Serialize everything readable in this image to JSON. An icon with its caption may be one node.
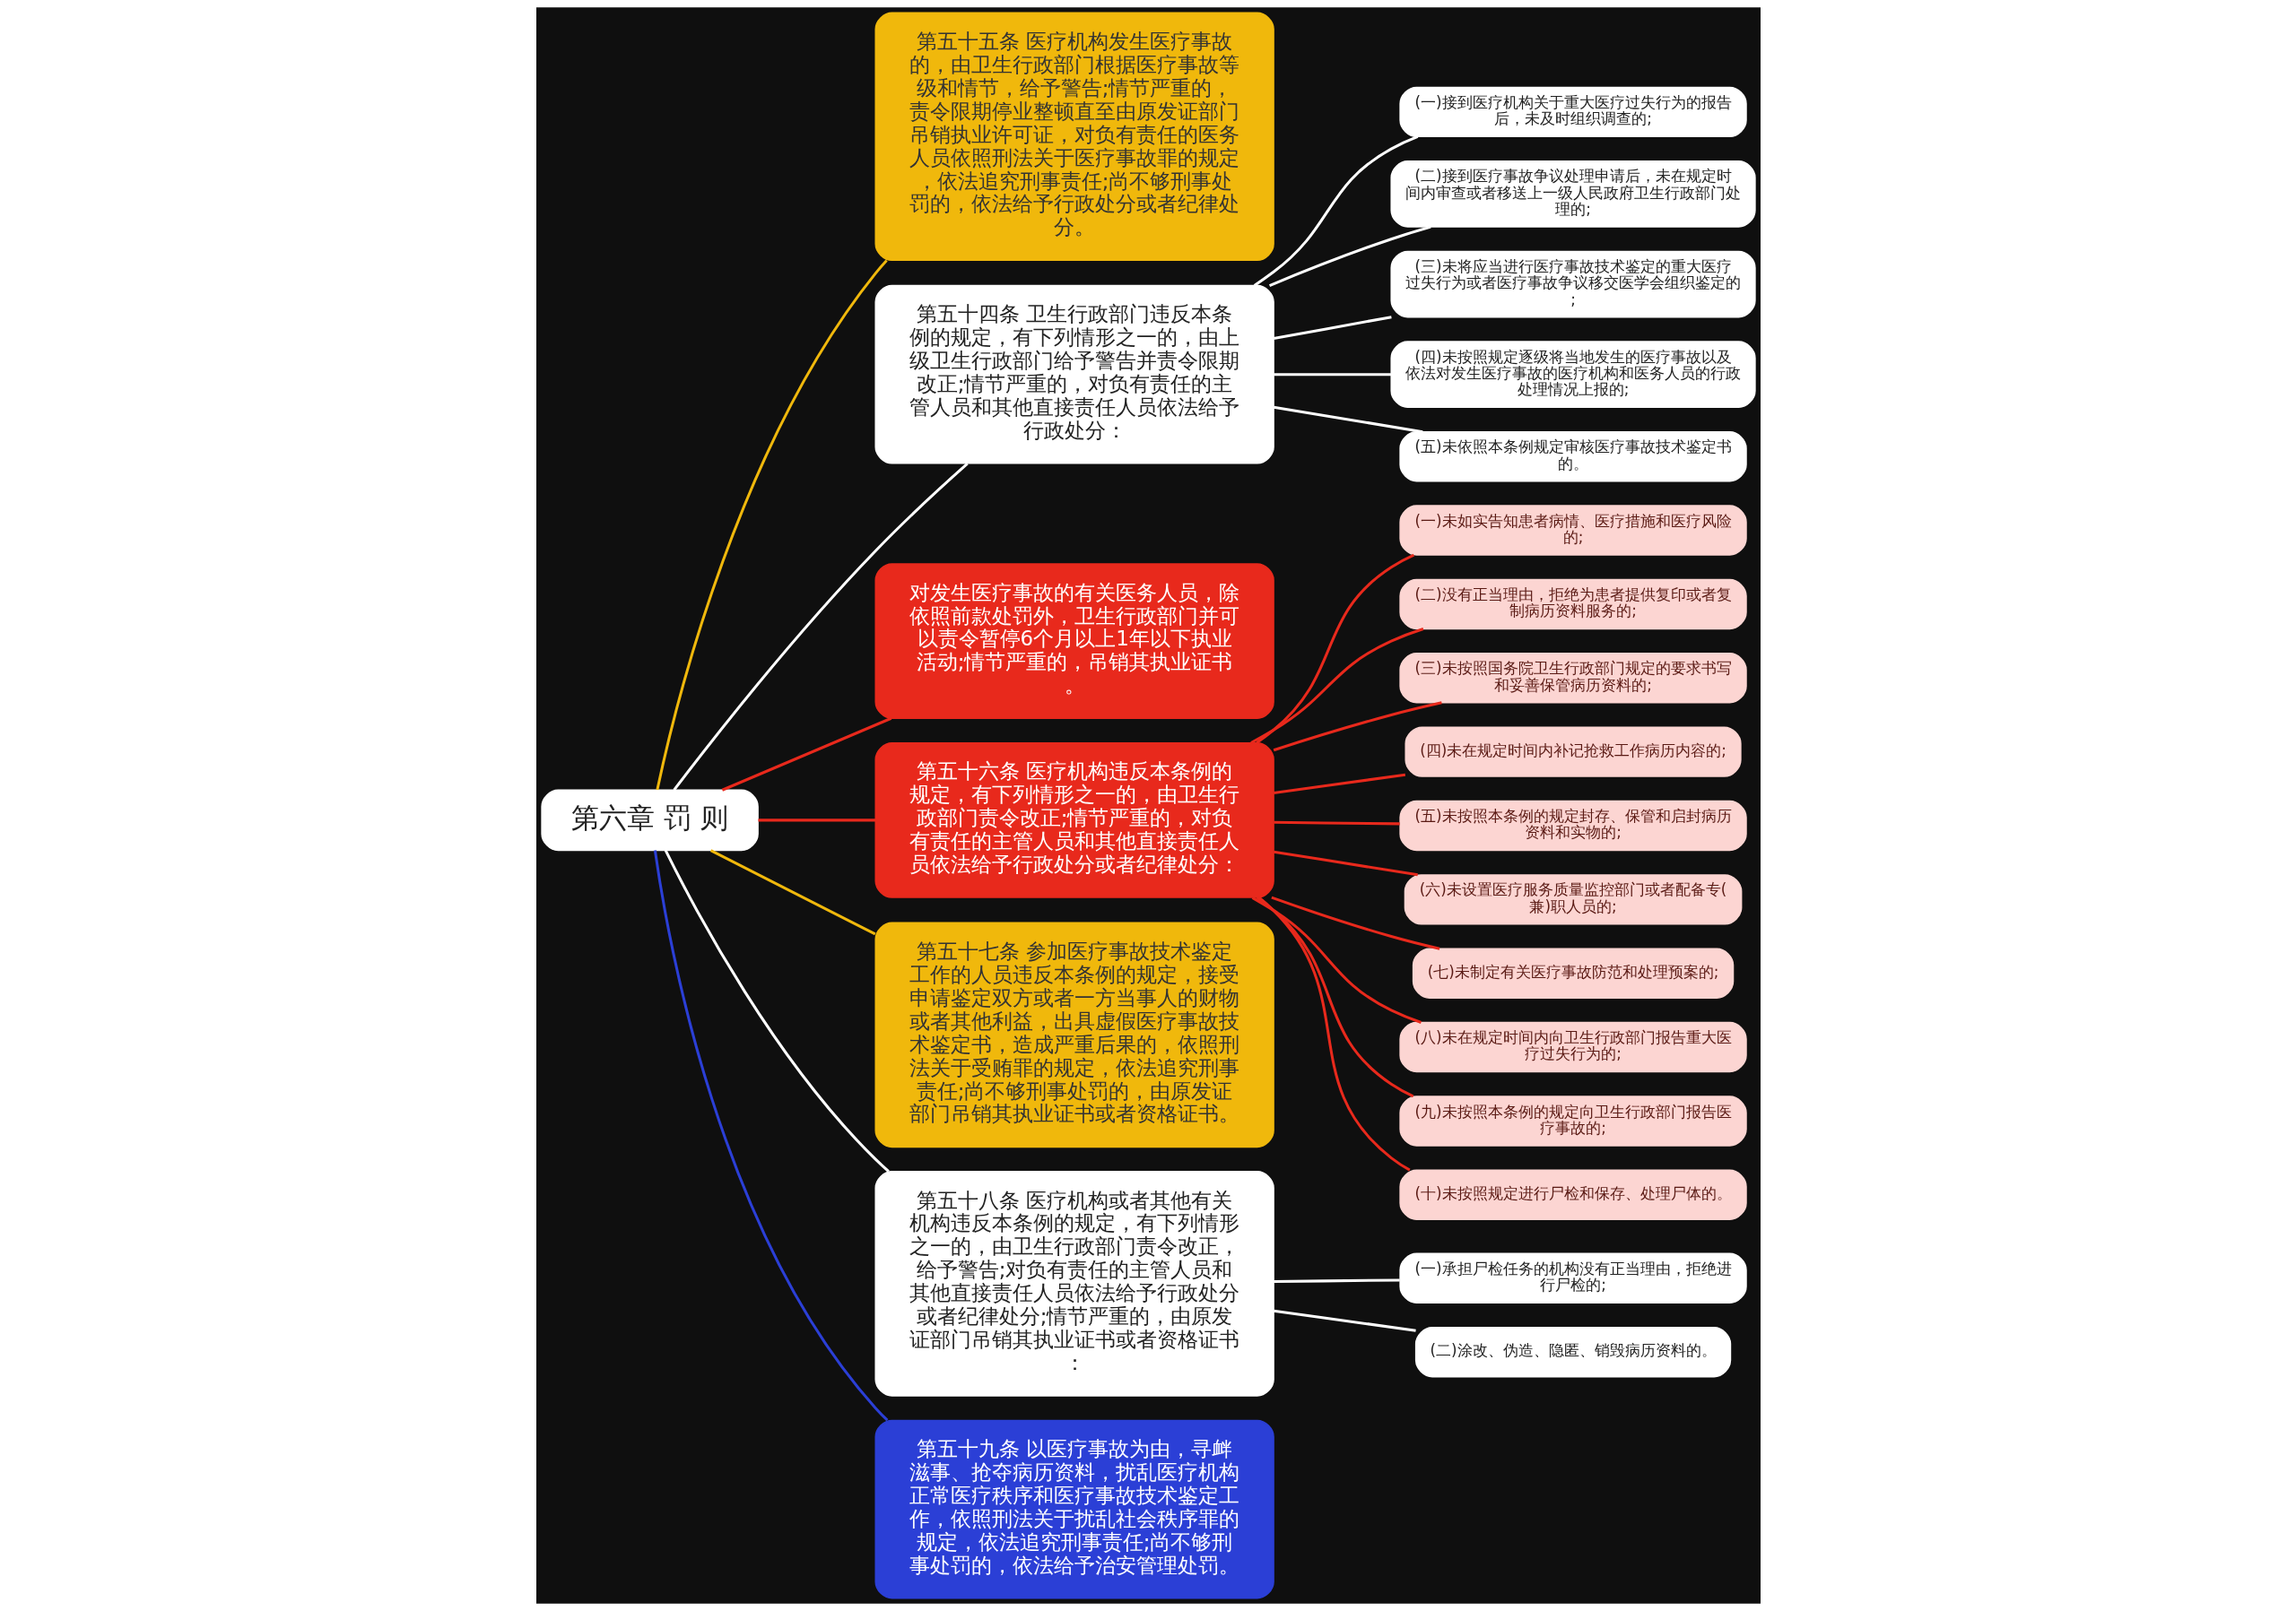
{
  "diagram": {
    "nodes": [
      {
        "text": [
          "第六章 罚 则"
        ]
      },
      {
        "text": [
          "第五十五条 医疗机构发生医疗事故的，由卫生行政部门根据医疗事故等级和情节，给予警告;情节严重的，责令限期停业整顿直至由原发证部门吊销执业许可证，对负有责任的医务人员依照刑法关于医疗事故罪的规定，依法追究刑事责任;尚不够刑事处罚的，依法给予行政处分或者纪律处分。"
        ]
      },
      {
        "text": [
          "第五十四条 卫生行政部门违反本条例的规定，有下列情形之一的，由上级卫生行政部门给予警告并责令限期改正;情节严重的，对负有责任的主管人员和其他直接责任人员依法给予行政处分："
        ]
      },
      {
        "text": [
          "(一)接到医疗机构关于重大医疗过失行为的报告后，未及时组织调查的;"
        ]
      },
      {
        "text": [
          "(二)接到医疗事故争议处理申请后，未在规定时间内审查或者移送上一级人民政府卫生行政部门处理的;"
        ]
      },
      {
        "text": [
          "(三)未将应当进行医疗事故技术鉴定的重大医疗过失行为或者医疗事故争议移交医学会组织鉴定的;"
        ]
      },
      {
        "text": [
          "(四)未按照规定逐级将当地发生的医疗事故以及依法对发生医疗事故的医疗机构和医务人员的行政处理情况上报的;"
        ]
      },
      {
        "text": [
          "(五)未依照本条例规定审核医疗事故技术鉴定书的。"
        ]
      },
      {
        "text": [
          "对发生医疗事故的有关医务人员，除依照前款处罚外，卫生行政部门并可以责令暂停6个月以上1年以下执业活动;情节严重的，吊销其执业证书。"
        ]
      },
      {
        "text": [
          "第五十六条 医疗机构违反本条例的规定，有下列情形之一的，由卫生行政部门责令改正;情节严重的，对负有责任的主管人员和其他直接责任人员依法给予行政处分或者纪律处分："
        ]
      },
      {
        "text": [
          "(一)未如实告知患者病情、医疗措施和医疗风险的;"
        ]
      },
      {
        "text": [
          "(二)没有正当理由，拒绝为患者提供复印或者复制病历资料服务的;"
        ]
      },
      {
        "text": [
          "(三)未按照国务院卫生行政部门规定的要求书写和妥善保管病历资料的;"
        ]
      },
      {
        "text": [
          "(四)未在规定时间内补记抢救工作病历内容的;"
        ]
      },
      {
        "text": [
          "(五)未按照本条例的规定封存、保管和启封病历资料和实物的;"
        ]
      },
      {
        "text": [
          "(六)未设置医疗服务质量监控部门或者配备专(兼)职人员的;"
        ]
      },
      {
        "text": [
          "(七)未制定有关医疗事故防范和处理预案的;"
        ]
      },
      {
        "text": [
          "(八)未在规定时间内向卫生行政部门报告重大医疗过失行为的;"
        ]
      },
      {
        "text": [
          "(九)未按照本条例的规定向卫生行政部门报告医疗事故的;"
        ]
      },
      {
        "text": [
          "(十)未按照规定进行尸检和保存、处理尸体的。"
        ]
      },
      {
        "text": [
          "第五十七条 参加医疗事故技术鉴定工作的人员违反本条例的规定，接受申请鉴定双方或者一方当事人的财物或者其他利益，出具虚假医疗事故技术鉴定书，造成严重后果的，依照刑法关于受贿罪的规定，依法追究刑事责任;尚不够刑事处罚的，由原发证部门吊销其执业证书或者资格证书。"
        ]
      },
      {
        "text": [
          "第五十八条 医疗机构或者其他有关机构违反本条例的规定，有下列情形之一的，由卫生行政部门责令改正，给予警告;对负有责任的主管人员和其他直接责任人员依法给予行政处分或者纪律处分;情节严重的，由原发证部门吊销其执业证书或者资格证书："
        ]
      },
      {
        "text": [
          "(一)承担尸检任务的机构没有正当理由，拒绝进行尸检的;"
        ]
      },
      {
        "text": [
          "(二)涂改、伪造、隐匿、销毁病历资料的。"
        ]
      },
      {
        "text": [
          "第五十九条 以医疗事故为由，寻衅滋事、抢夺病历资料，扰乱医疗机构正常医疗秩序和医疗事故技术鉴定工作，依照刑法关于扰乱社会秩序罪的规定，依法追究刑事责任;尚不够刑事处罚的，依法给予治安管理处罚。"
        ]
      }
    ],
    "edges": [
      {
        "from": 0,
        "to": 1,
        "arrow": "none",
        "color": "#f0b80c"
      },
      {
        "from": 0,
        "to": 2,
        "arrow": "none",
        "color": "#ffffff"
      },
      {
        "from": 2,
        "to": 3,
        "arrow": "none",
        "color": "#ffffff"
      },
      {
        "from": 2,
        "to": 4,
        "arrow": "none",
        "color": "#ffffff"
      },
      {
        "from": 2,
        "to": 5,
        "arrow": "none",
        "color": "#ffffff"
      },
      {
        "from": 2,
        "to": 6,
        "arrow": "none",
        "color": "#ffffff"
      },
      {
        "from": 2,
        "to": 7,
        "arrow": "none",
        "color": "#ffffff"
      },
      {
        "from": 0,
        "to": 8,
        "arrow": "none"
      },
      {
        "from": 0,
        "to": 9,
        "arrow": "none"
      },
      {
        "from": 9,
        "to": 10,
        "arrow": "none"
      },
      {
        "from": 9,
        "to": 11,
        "arrow": "none"
      },
      {
        "from": 9,
        "to": 12,
        "arrow": "none"
      },
      {
        "from": 9,
        "to": 13,
        "arrow": "none"
      },
      {
        "from": 9,
        "to": 14,
        "arrow": "none"
      },
      {
        "from": 9,
        "to": 15,
        "arrow": "none"
      },
      {
        "from": 9,
        "to": 16,
        "arrow": "none"
      },
      {
        "from": 9,
        "to": 17,
        "arrow": "none"
      },
      {
        "from": 9,
        "to": 18,
        "arrow": "none"
      },
      {
        "from": 9,
        "to": 19,
        "arrow": "none"
      },
      {
        "from": 0,
        "to": 20,
        "arrow": "none",
        "color": "#f0b80c"
      },
      {
        "from": 0,
        "to": 21,
        "arrow": "none",
        "color": "#ffffff"
      },
      {
        "from": 21,
        "to": 22,
        "arrow": "none",
        "color": "#ffffff"
      },
      {
        "from": 21,
        "to": 23,
        "arrow": "none",
        "color": "#ffffff"
      },
      {
        "from": 0,
        "to": 24,
        "arrow": "none",
        "color": "#2b3fd6"
      }
    ]
  }
}
